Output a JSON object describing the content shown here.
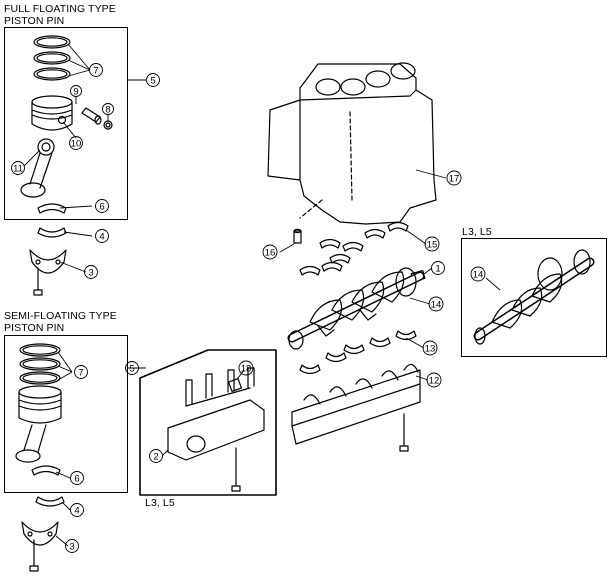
{
  "full_floating": {
    "title_line1": "FULL FLOATING TYPE",
    "title_line2": "PISTON PIN"
  },
  "semi_floating": {
    "title_line1": "SEMI-FLOATING TYPE",
    "title_line2": "PISTON PIN"
  },
  "lower_block_note": "L3, L5",
  "crankshaft_note": "L3, L5",
  "callouts": {
    "c1": "1",
    "c2": "2",
    "c3a": "3",
    "c3b": "3",
    "c4a": "4",
    "c4b": "4",
    "c5a": "5",
    "c5b": "5",
    "c6a": "6",
    "c6b": "6",
    "c7a": "7",
    "c7b": "7",
    "c8": "8",
    "c9": "9",
    "c10": "10",
    "c11": "11",
    "c12": "12",
    "c13": "13",
    "c14a": "14",
    "c14b": "14",
    "c15": "15",
    "c16": "16",
    "c17": "17",
    "c18": "18"
  }
}
